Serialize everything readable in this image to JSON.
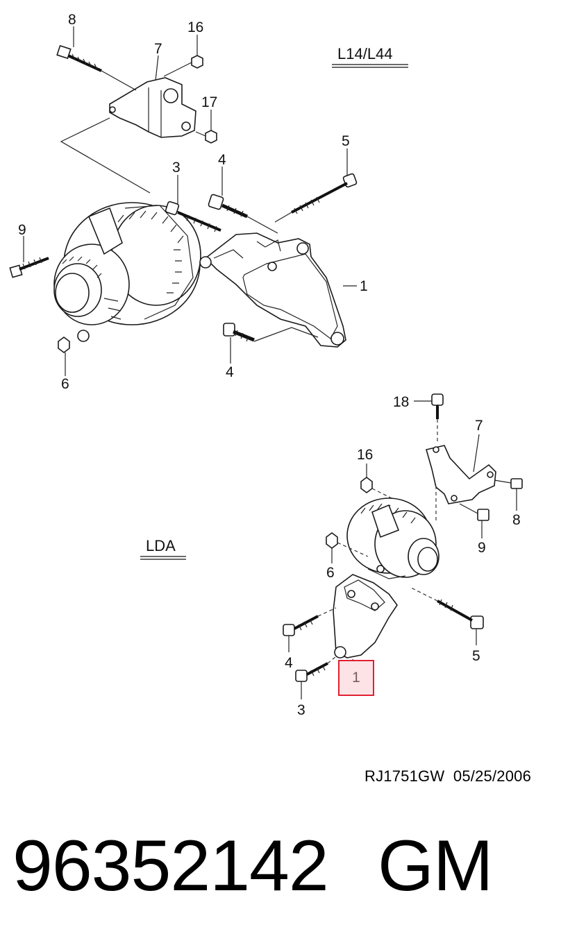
{
  "variants": {
    "top": "L14/L44",
    "bottom": "LDA"
  },
  "callouts_top": {
    "c8": "8",
    "c16": "16",
    "c7": "7",
    "c17": "17",
    "c5": "5",
    "c3": "3",
    "c4a": "4",
    "c9": "9",
    "c1": "1",
    "c6": "6",
    "c4b": "4"
  },
  "callouts_bottom": {
    "c18": "18",
    "c7": "7",
    "c16": "16",
    "c8": "8",
    "c9": "9",
    "c6": "6",
    "c4": "4",
    "c5": "5",
    "c1": "1",
    "c3": "3"
  },
  "highlight": {
    "label": "1",
    "color": "#e02030",
    "fill": "#fde3e6"
  },
  "doc_ref": "RJ1751GW  05/25/2006",
  "part_number": "96352142",
  "brand": "GM"
}
